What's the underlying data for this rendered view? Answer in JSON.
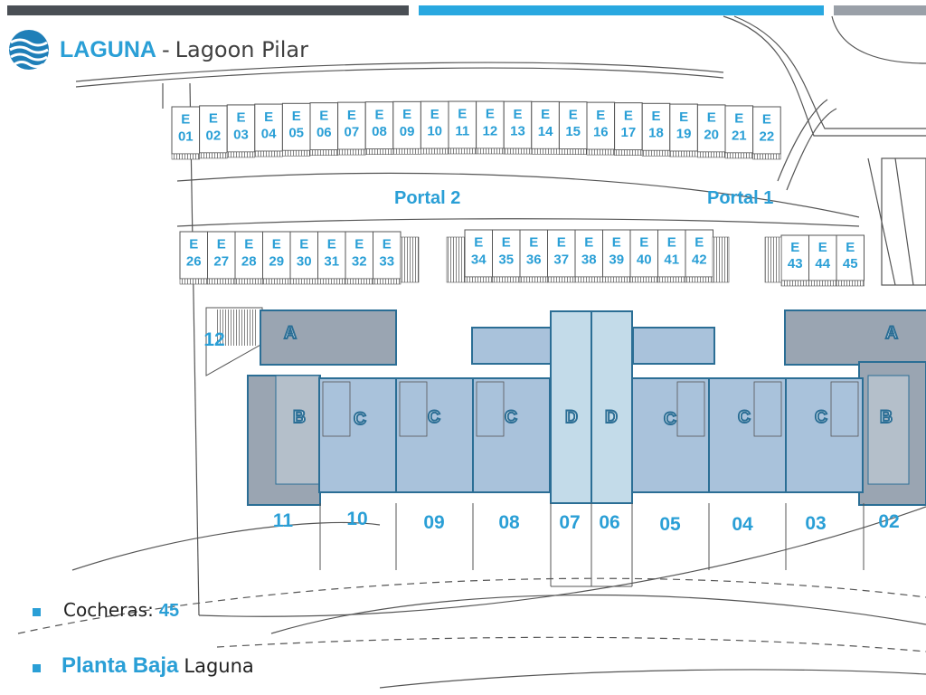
{
  "header": {
    "brand": "LAGUNA",
    "separator": "-",
    "subtitle": "Lagoon Pilar"
  },
  "colors": {
    "accent": "#2a9fd6",
    "bar_dark": "#4a4f55",
    "bar_blue": "#29a8e0",
    "bar_gray": "#9aa0a8",
    "unit_dark": "#9aa5b2",
    "unit_mid": "#a9c2db",
    "unit_light": "#c3dbe9",
    "line": "#555555"
  },
  "plan": {
    "storage_row_1": [
      "01",
      "02",
      "03",
      "04",
      "05",
      "06",
      "07",
      "08",
      "09",
      "10",
      "11",
      "12",
      "13",
      "14",
      "15",
      "16",
      "17",
      "18",
      "19",
      "20",
      "21",
      "22"
    ],
    "storage_row_2a": [
      "26",
      "27",
      "28",
      "29",
      "30",
      "31",
      "32",
      "33"
    ],
    "storage_row_2b": [
      "34",
      "35",
      "36",
      "37",
      "38",
      "39",
      "40",
      "41",
      "42"
    ],
    "storage_row_2c": [
      "43",
      "44",
      "45"
    ],
    "storage_prefix": "E",
    "portal_2": "Portal 2",
    "portal_1": "Portal 1",
    "unit_letters": [
      "A",
      "B",
      "C",
      "C",
      "C",
      "D",
      "D",
      "C",
      "C",
      "C",
      "B",
      "A"
    ],
    "parcel_numbers": [
      "12",
      "11",
      "10",
      "09",
      "08",
      "07",
      "06",
      "05",
      "04",
      "03",
      "02"
    ]
  },
  "notes": {
    "parking_label": "Cocheras:",
    "parking_count": "45",
    "floor_label": "Planta Baja",
    "floor_name": "Laguna"
  }
}
